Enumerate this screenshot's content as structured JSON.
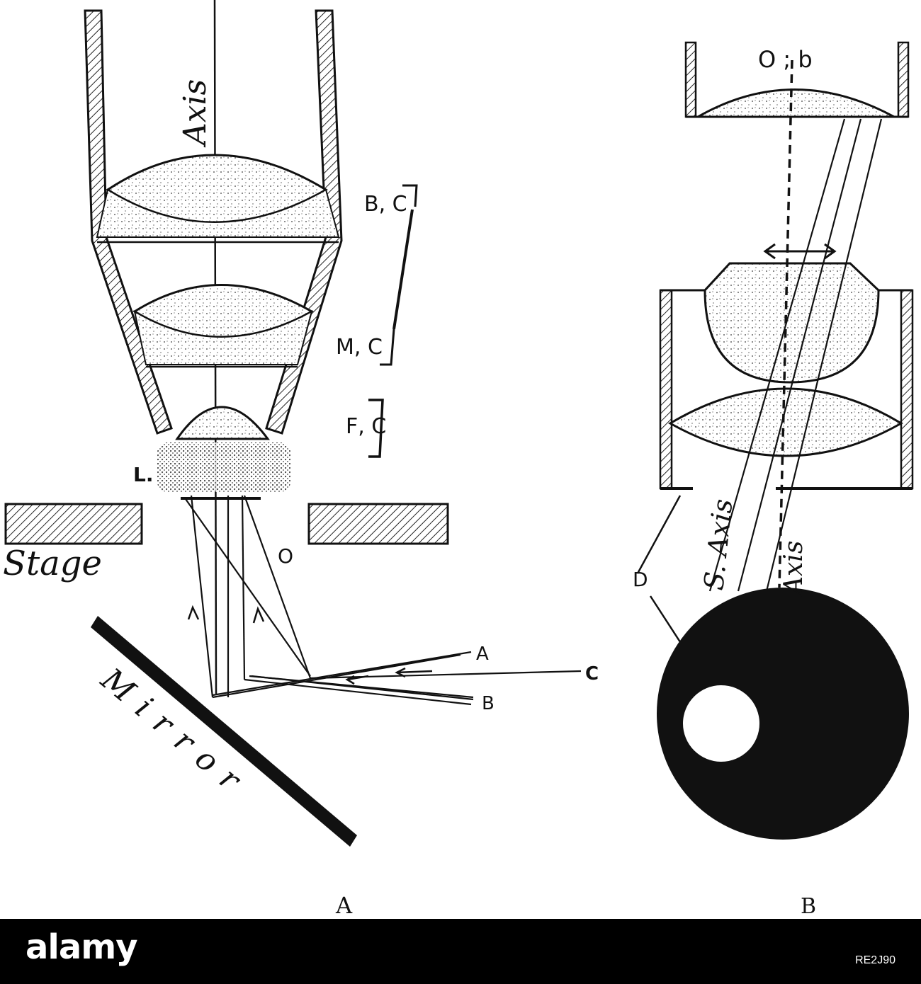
{
  "figure": {
    "panel_a": {
      "axis": "Axis",
      "lens_b": "B, C",
      "lens_m": "M, C",
      "lens_f": "F, C",
      "l": "L.",
      "o": "O",
      "stage": "Stage",
      "mirror": "Mirror",
      "ray_a": "A",
      "ray_b": "B",
      "ray_c": "C",
      "caption": "A"
    },
    "panel_b": {
      "ob": "O ; b",
      "s_axis": "S. Axis",
      "axis": "Axis",
      "d": "D",
      "caption": "B"
    }
  },
  "footer": {
    "brand": "alamy",
    "stock_id": "RE2J90"
  }
}
